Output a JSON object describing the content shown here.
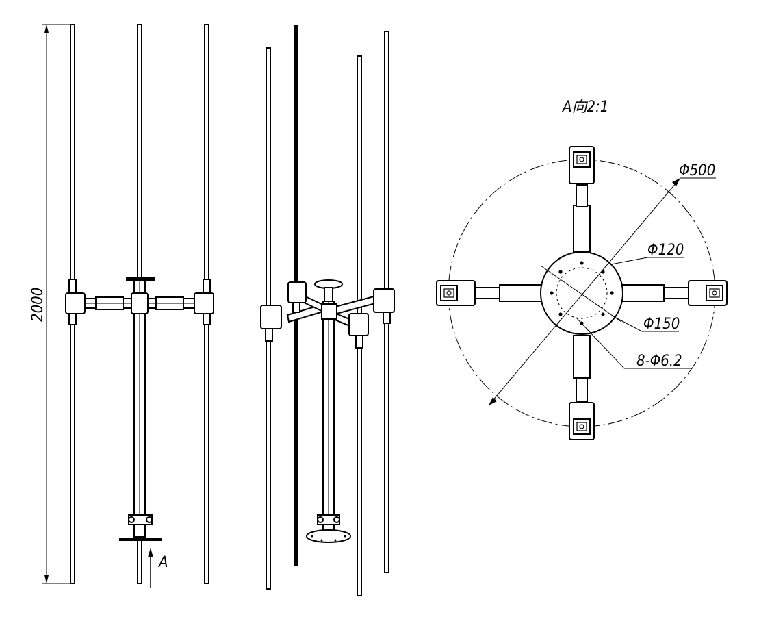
{
  "labels": {
    "height_dim": "2000",
    "view_arrow": "A",
    "view_title": "A向2:1",
    "dia_outer": "Φ500",
    "dia_hub": "Φ120",
    "dia_bolt_circle": "Φ150",
    "holes": "8-Φ6.2"
  }
}
